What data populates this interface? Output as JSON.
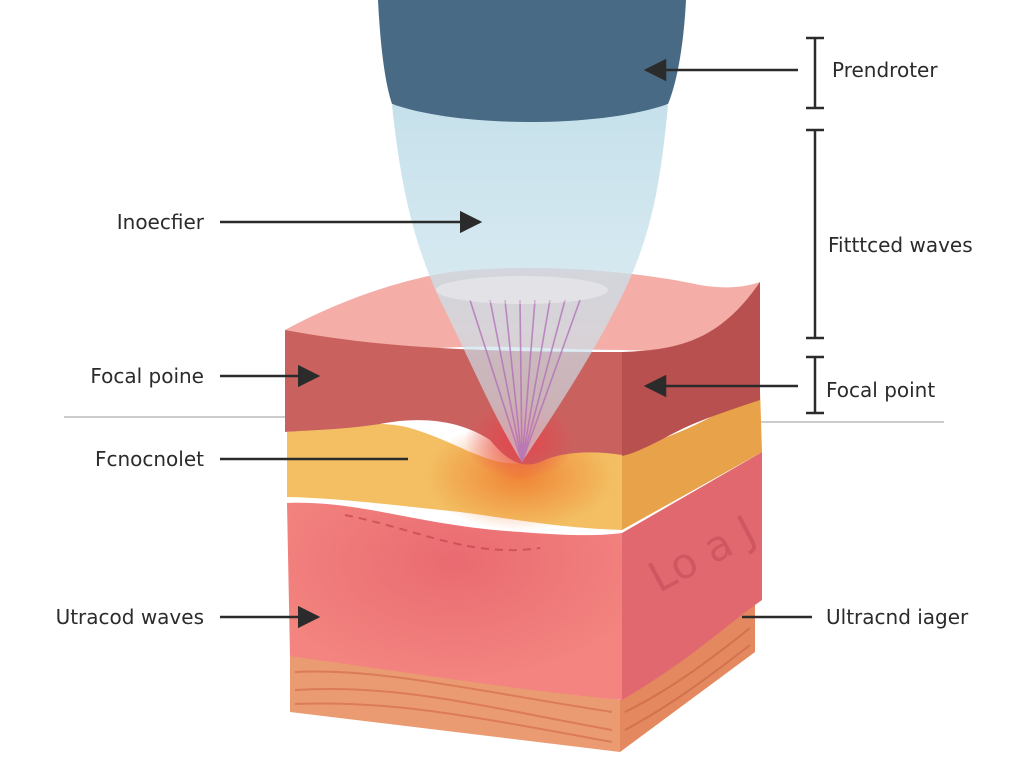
{
  "colors": {
    "probe": "#486a84",
    "beam": "#c8e3ee",
    "dermis_top": "#f2a9a3",
    "dermis_side": "#c45a55",
    "fat": "#f0b55a",
    "tissue": "#f08a84",
    "fascia": "#e8966a",
    "arrow": "#2b2b2b"
  },
  "labels": {
    "left_1": "Inoecfier",
    "left_2": "Focal poine",
    "left_3": "Fcnocnolet",
    "left_4": "Utracod waves",
    "right_1": "Prendroter",
    "right_2": "Fitttced waves",
    "right_3": "Focal point",
    "right_4": "Ultracnd iager",
    "side_mark": "Lo a J"
  }
}
